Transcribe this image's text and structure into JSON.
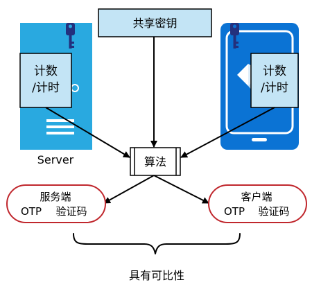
{
  "shared_key": {
    "label": "共享密钥"
  },
  "server": {
    "counter_label": [
      "计数",
      "/计时"
    ],
    "caption": "Server"
  },
  "client": {
    "counter_label": [
      "计数",
      "/计时"
    ]
  },
  "algorithm": {
    "label": "算法"
  },
  "server_otp": {
    "title": "服务端",
    "otp": "OTP",
    "verify": "验证码"
  },
  "client_otp": {
    "title": "客户端",
    "otp": "OTP",
    "verify": "验证码"
  },
  "bracket": {
    "caption": "具有可比性"
  },
  "colors": {
    "box_fill": "#c3e4f5",
    "server_blue": "#29a9e0",
    "phone_blue": "#0b73d4",
    "key_navy": "#23307d",
    "oval_border": "#c0272d"
  }
}
